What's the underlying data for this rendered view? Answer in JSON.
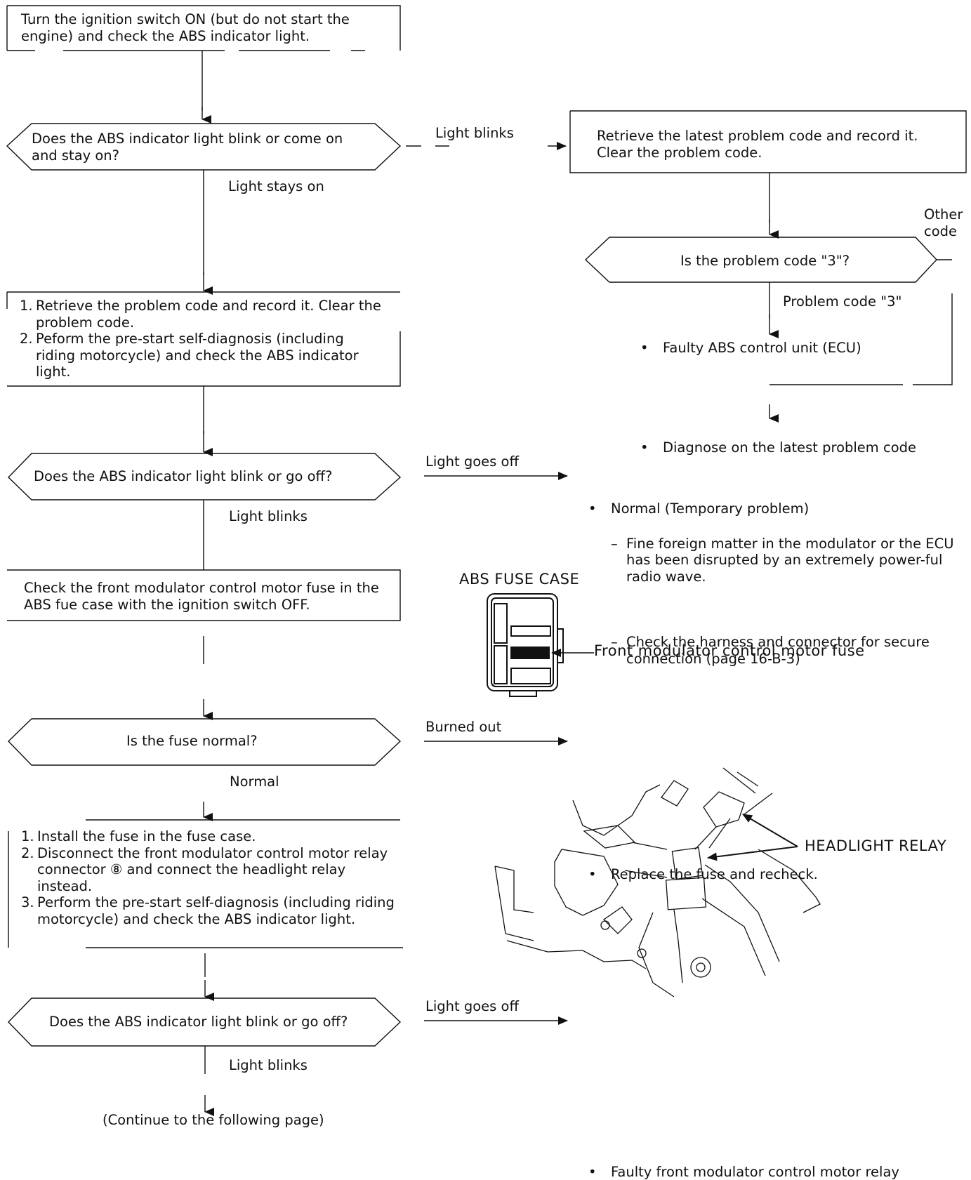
{
  "start_box": {
    "text": "Turn the ignition switch ON (but do not start the engine) and check the ABS indicator light."
  },
  "decision_1": {
    "question": "Does the ABS indicator light blink or come on and stay on?",
    "yes_label": "Light blinks",
    "no_label": "Light stays on"
  },
  "retrieve_latest_box": {
    "text": "Retrieve the latest problem code and record it. Clear the problem code."
  },
  "decision_code3": {
    "question": "Is the problem code \"3\"?",
    "yes_label": "Problem code \"3\"",
    "other_label": "Other code"
  },
  "result_faulty_ecu": "Faulty ABS control unit (ECU)",
  "result_diagnose_latest": "Diagnose on the latest problem code",
  "step_box_1": {
    "items": [
      "Retrieve the problem code and record it. Clear the problem code.",
      "Peform the pre-start self-diagnosis (including riding motorcycle) and check the ABS indicator light."
    ]
  },
  "decision_2": {
    "question": "Does the ABS indicator light blink or go off?",
    "off_label": "Light goes off",
    "blink_label": "Light blinks"
  },
  "result_normal": {
    "title": "Normal (Temporary problem)",
    "notes": [
      "Fine foreign matter in the modulator or the ECU has been disrupted by an extremely power-ful radio wave.",
      "Check the harness and connector for secure connection (page 16-B-3)"
    ]
  },
  "check_fuse_box": {
    "text": "Check the front modulator control motor fuse  in the ABS fue case with the ignition switch OFF."
  },
  "fuse_case_figure": {
    "title": "ABS FUSE CASE",
    "callout": "Front modulator control motor fuse"
  },
  "decision_fuse": {
    "question": "Is the fuse normal?",
    "burned_label": "Burned out",
    "normal_label": "Normal"
  },
  "result_replace_fuse": "Replace the fuse and recheck.",
  "step_box_2": {
    "items": [
      "Install the fuse in the fuse case.",
      "Disconnect the front modulator control motor relay connector ⑧ and connect the headlight relay instead.",
      "Perform the pre-start self-diagnosis (including riding motorcycle) and check the ABS indicator light."
    ]
  },
  "relay_figure": {
    "callout": "HEADLIGHT RELAY"
  },
  "decision_3": {
    "question": "Does the ABS indicator light blink or go off?",
    "off_label": "Light goes off",
    "blink_label": "Light blinks"
  },
  "result_faulty_relay": "Faulty front modulator control motor relay",
  "continue_note": "(Continue to the following page)"
}
